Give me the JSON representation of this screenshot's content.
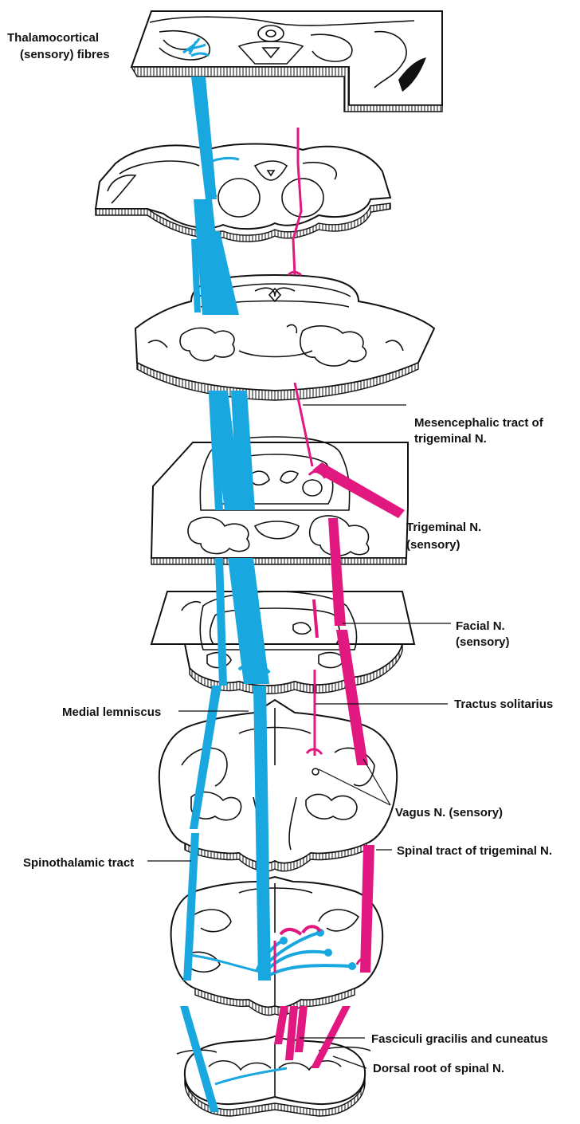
{
  "diagram": {
    "colors": {
      "sensory_tract": "#19a7e0",
      "cranial_tract": "#e0187f",
      "outline": "#111111",
      "background": "#ffffff"
    },
    "labels": {
      "thalamocortical": "Thalamocortical",
      "thalamocortical_sub": "(sensory) fibres",
      "mesencephalic": "Mesencephalic tract of",
      "mesencephalic_sub": "trigeminal N.",
      "trigeminal": "Trigeminal N.",
      "trigeminal_sub": "(sensory)",
      "facial": "Facial N.",
      "facial_sub": "(sensory)",
      "medial_lemniscus": "Medial lemniscus",
      "tractus_solitarius": "Tractus solitarius",
      "vagus": "Vagus N. (sensory)",
      "spinothalamic": "Spinothalamic tract",
      "spinal_trigeminal": "Spinal tract of trigeminal N.",
      "fasciculi": "Fasciculi gracilis and cuneatus",
      "dorsal_root": "Dorsal root of spinal N."
    }
  }
}
